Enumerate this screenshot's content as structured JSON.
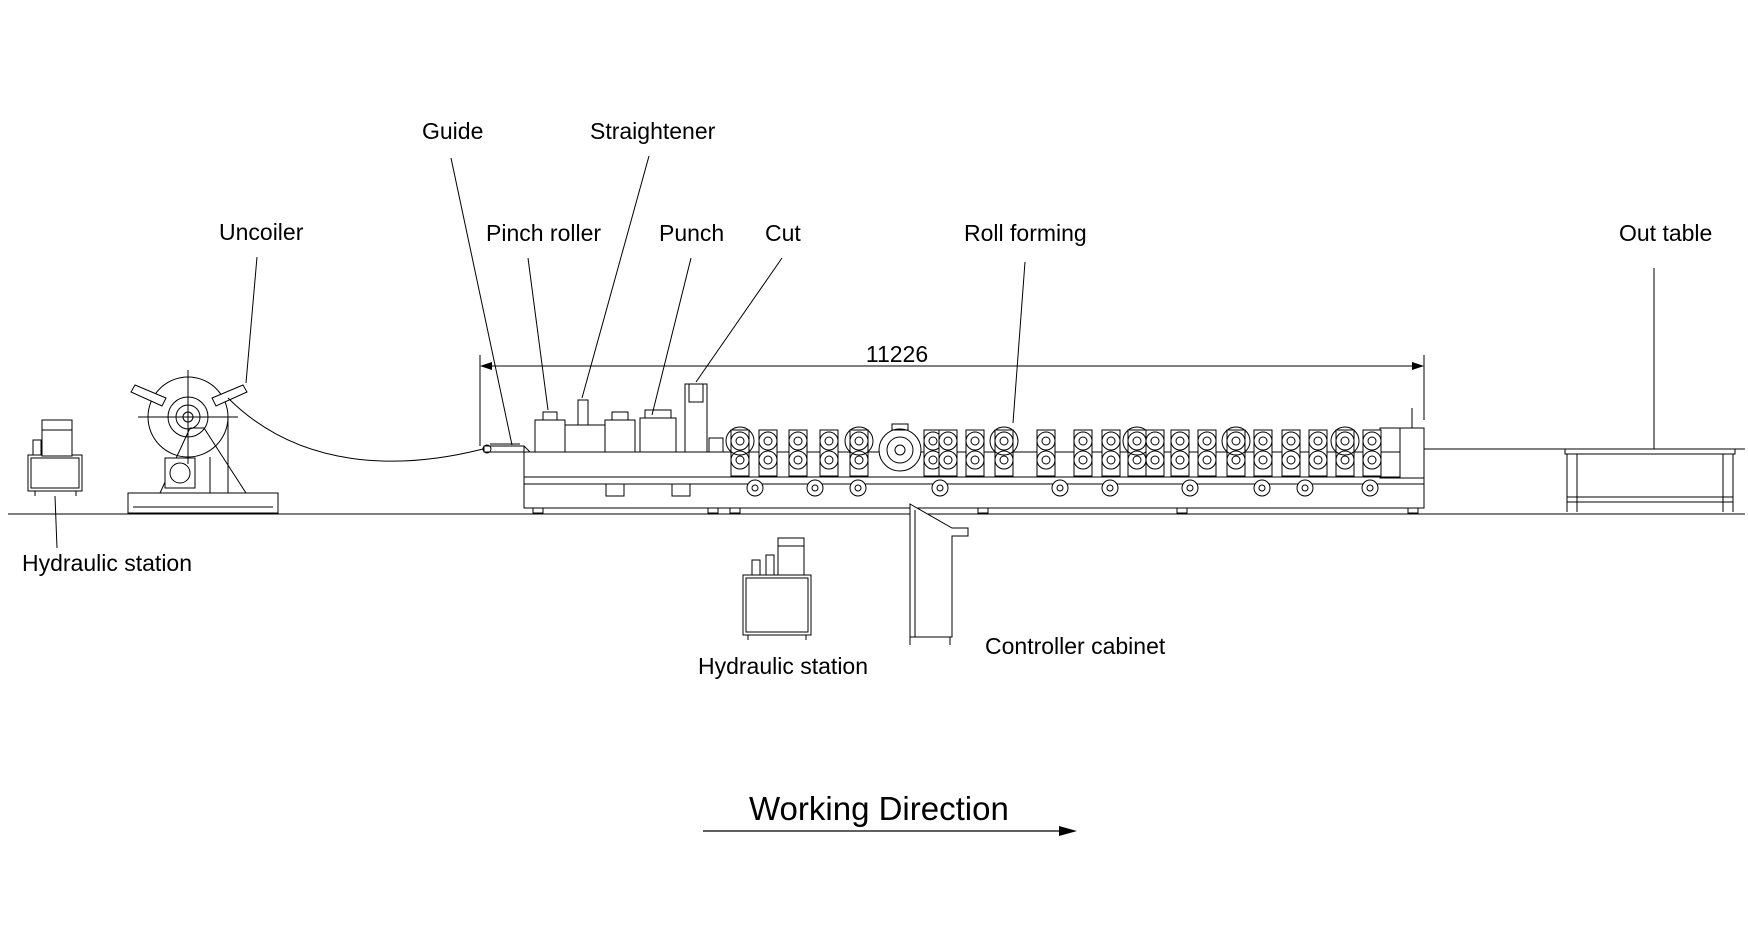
{
  "labels": {
    "guide": "Guide",
    "straightener": "Straightener",
    "uncoiler": "Uncoiler",
    "pinch_roller": "Pinch roller",
    "punch": "Punch",
    "cut": "Cut",
    "roll_forming": "Roll forming",
    "out_table": "Out table",
    "hydraulic_station_left": "Hydraulic station",
    "hydraulic_station_center": "Hydraulic station",
    "controller_cabinet": "Controller cabinet"
  },
  "dimension": {
    "overall_length": "11226"
  },
  "footer": {
    "working_direction": "Working Direction"
  },
  "colors": {
    "line": "#000000",
    "background": "#ffffff"
  }
}
